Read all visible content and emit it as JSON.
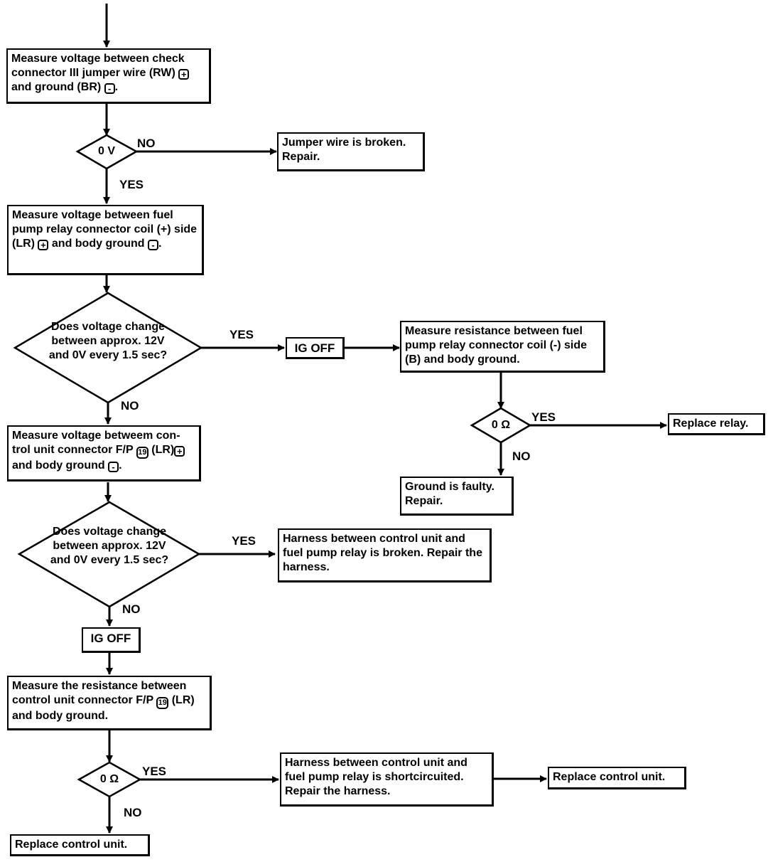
{
  "steps": {
    "s1": {
      "t1": "Measure voltage between check connector III jumper wire (RW) ",
      "t2": "and ground (BR)",
      "t3": "."
    },
    "d1": {
      "label": "0 V"
    },
    "r1": {
      "text": "Jumper wire is broken. Repair."
    },
    "s2": {
      "t1": "Measure voltage between fuel pump relay connector coil (+) side (LR) ",
      "t2": " and body ground ",
      "t3": "."
    },
    "d2": {
      "label": "Does voltage change between approx. 12V and 0V every 1.5 sec?"
    },
    "ig1": {
      "label": "IG OFF"
    },
    "s3": {
      "text": "Measure resistance between fuel pump relay connector coil (-) side (B) and body ground."
    },
    "d3": {
      "label": "0 Ω"
    },
    "r2": {
      "text": "Replace relay."
    },
    "r3": {
      "text": "Ground is faulty. Repair."
    },
    "s4": {
      "t1": "Measure voltage betweem con-trol unit connector F/P ",
      "pin": "19",
      "t2": " (LR)",
      "t3": "and body ground ",
      "t4": "."
    },
    "d4": {
      "label": "Does voltage change between approx. 12V and 0V every 1.5 sec?"
    },
    "r4": {
      "text": "Harness between control unit and fuel pump relay is broken. Repair the harness."
    },
    "ig2": {
      "label": "IG OFF"
    },
    "s5": {
      "t1": "Measure the resistance between control unit connector F/P ",
      "pin": "19",
      "t2": " (LR) and body ground."
    },
    "d5": {
      "label": "0 Ω"
    },
    "r5": {
      "text": "Harness between control unit and fuel pump relay is shortcircuited. Repair the harness."
    },
    "r6": {
      "text": "Replace control unit."
    },
    "r7": {
      "text": "Replace control unit."
    }
  },
  "labels": {
    "yes": "YES",
    "no": "NO",
    "plus": "+",
    "minus": "-"
  }
}
